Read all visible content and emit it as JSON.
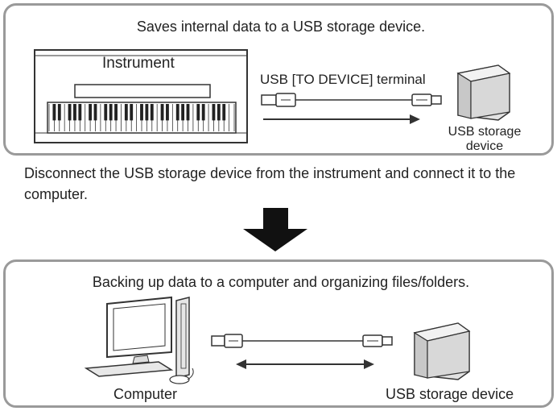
{
  "top_panel": {
    "title": "Saves internal data to a USB storage device.",
    "instrument_label": "Instrument",
    "terminal_label": "USB [TO DEVICE] terminal",
    "usb_device_label_line1": "USB storage",
    "usb_device_label_line2": "device"
  },
  "middle": {
    "instruction": "Disconnect the USB storage device from the instrument and connect it to the computer."
  },
  "bottom_panel": {
    "title": "Backing up data to a computer and organizing files/folders.",
    "computer_label": "Computer",
    "usb_device_label": "USB storage device"
  },
  "icons": [
    "piano-icon",
    "usb-plug-icon",
    "usb-storage-icon",
    "computer-icon",
    "down-arrow-icon"
  ],
  "colors": {
    "border": "#9a9a9a",
    "device_fill": "#d8d8d8",
    "arrow": "#111111"
  }
}
